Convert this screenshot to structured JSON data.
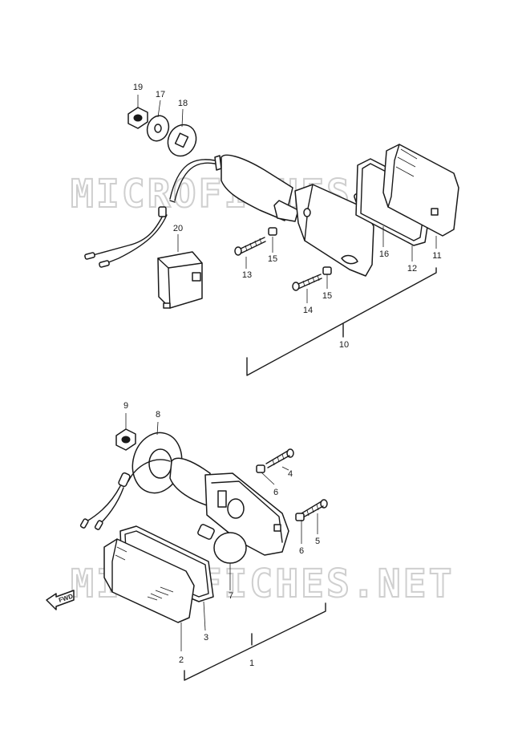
{
  "watermark": "MICROFICHES.NET",
  "direction_label": "FWD",
  "callouts": {
    "c1": "1",
    "c2": "2",
    "c3": "3",
    "c4": "4",
    "c5": "5",
    "c6a": "6",
    "c6b": "6",
    "c7": "7",
    "c8": "8",
    "c9": "9",
    "c10": "10",
    "c11": "11",
    "c12": "12",
    "c13": "13",
    "c14": "14",
    "c15a": "15",
    "c15b": "15",
    "c16": "16",
    "c17": "17",
    "c18": "18",
    "c19": "19",
    "c20": "20"
  }
}
